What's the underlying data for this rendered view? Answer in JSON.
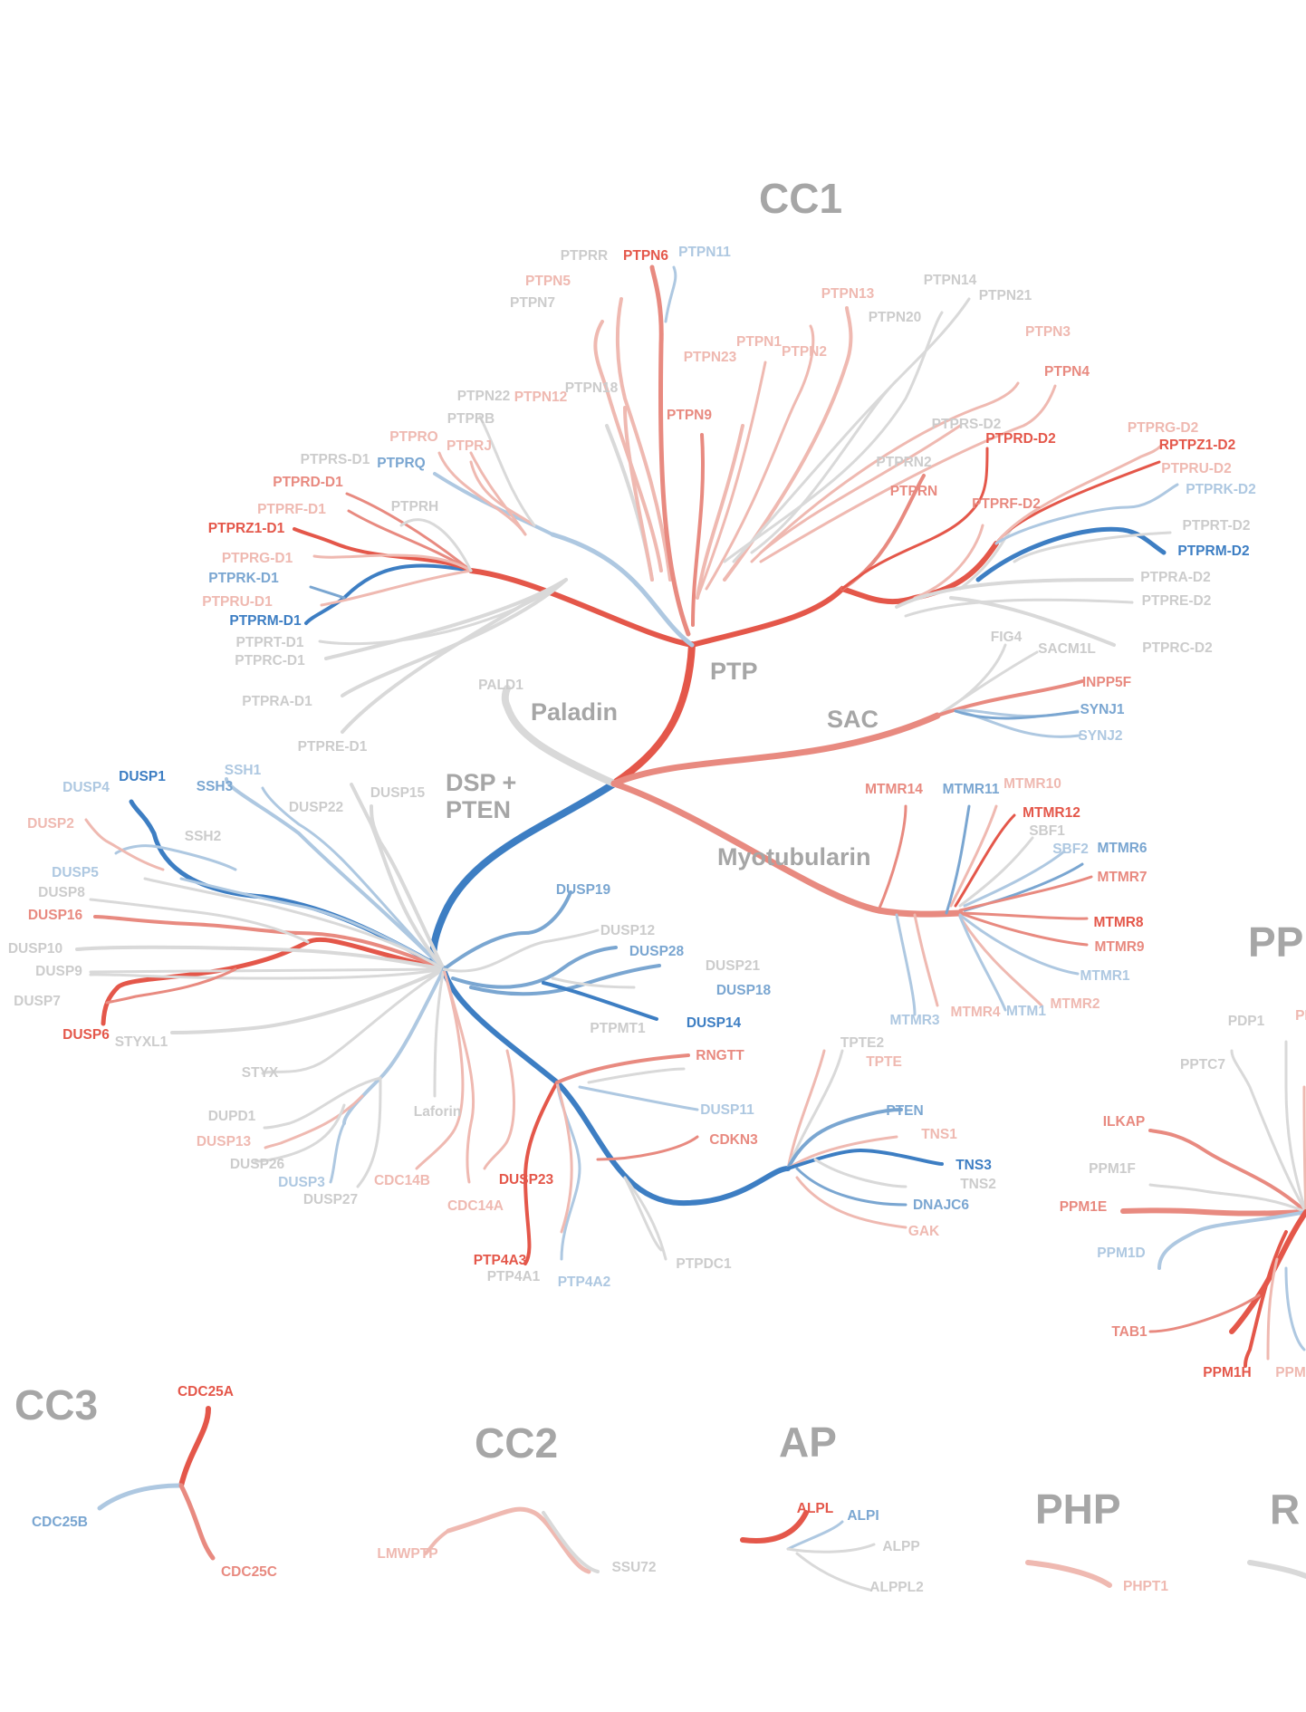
{
  "colors": {
    "red_strong": "#e4574a",
    "red_medium": "#e88a80",
    "red_light": "#efb9b1",
    "blue_strong": "#3d7ec3",
    "blue_medium": "#7aa6d1",
    "blue_light": "#aec8e1",
    "grey": "#d9d9d9",
    "grey_text": "#cccccc",
    "group_text": "#a6a6a6"
  },
  "groups": {
    "CC1": "CC1",
    "PTP": "PTP",
    "Paladin": "Paladin",
    "SAC": "SAC",
    "DSP_line1": "DSP +",
    "DSP_line2": "PTEN",
    "Myotubularin": "Myotubularin",
    "PP": "PP",
    "CC3": "CC3",
    "CC2": "CC2",
    "AP": "AP",
    "PHP": "PHP",
    "R": "R"
  },
  "leaves": [
    {
      "id": "PTPRR",
      "label": "PTPRR",
      "tone": "grey"
    },
    {
      "id": "PTPN6",
      "label": "PTPN6",
      "tone": "red_strong"
    },
    {
      "id": "PTPN11",
      "label": "PTPN11",
      "tone": "blue_light"
    },
    {
      "id": "PTPN5",
      "label": "PTPN5",
      "tone": "red_light"
    },
    {
      "id": "PTPN7",
      "label": "PTPN7",
      "tone": "grey"
    },
    {
      "id": "PTPN13",
      "label": "PTPN13",
      "tone": "red_light"
    },
    {
      "id": "PTPN14",
      "label": "PTPN14",
      "tone": "grey"
    },
    {
      "id": "PTPN21",
      "label": "PTPN21",
      "tone": "grey"
    },
    {
      "id": "PTPN20",
      "label": "PTPN20",
      "tone": "grey"
    },
    {
      "id": "PTPN3",
      "label": "PTPN3",
      "tone": "red_light"
    },
    {
      "id": "PTPN1",
      "label": "PTPN1",
      "tone": "red_light"
    },
    {
      "id": "PTPN23",
      "label": "PTPN23",
      "tone": "red_light"
    },
    {
      "id": "PTPN2",
      "label": "PTPN2",
      "tone": "red_light"
    },
    {
      "id": "PTPN4",
      "label": "PTPN4",
      "tone": "red_medium"
    },
    {
      "id": "PTPN22",
      "label": "PTPN22",
      "tone": "grey"
    },
    {
      "id": "PTPN12",
      "label": "PTPN12",
      "tone": "red_light"
    },
    {
      "id": "PTPN18",
      "label": "PTPN18",
      "tone": "grey"
    },
    {
      "id": "PTPRB",
      "label": "PTPRB",
      "tone": "grey"
    },
    {
      "id": "PTPN9",
      "label": "PTPN9",
      "tone": "red_medium"
    },
    {
      "id": "PTPRS-D2",
      "label": "PTPRS-D2",
      "tone": "grey"
    },
    {
      "id": "PTPRG-D2",
      "label": "PTPRG-D2",
      "tone": "red_light"
    },
    {
      "id": "PTPRO",
      "label": "PTPRO",
      "tone": "red_light"
    },
    {
      "id": "PTPRJ",
      "label": "PTPRJ",
      "tone": "red_light"
    },
    {
      "id": "PTPRD-D2",
      "label": "PTPRD-D2",
      "tone": "red_strong"
    },
    {
      "id": "RPTPZ1-D2",
      "label": "RPTPZ1-D2",
      "tone": "red_strong"
    },
    {
      "id": "PTPRS-D1",
      "label": "PTPRS-D1",
      "tone": "grey"
    },
    {
      "id": "PTPRQ",
      "label": "PTPRQ",
      "tone": "blue_medium"
    },
    {
      "id": "PTPRN2",
      "label": "PTPRN2",
      "tone": "grey"
    },
    {
      "id": "PTPRU-D2",
      "label": "PTPRU-D2",
      "tone": "red_light"
    },
    {
      "id": "PTPRD-D1",
      "label": "PTPRD-D1",
      "tone": "red_medium"
    },
    {
      "id": "PTPRH",
      "label": "PTPRH",
      "tone": "grey"
    },
    {
      "id": "PTPRN",
      "label": "PTPRN",
      "tone": "red_medium"
    },
    {
      "id": "PTPRK-D2",
      "label": "PTPRK-D2",
      "tone": "blue_light"
    },
    {
      "id": "PTPRF-D1",
      "label": "PTPRF-D1",
      "tone": "red_light"
    },
    {
      "id": "PTPRF-D2",
      "label": "PTPRF-D2",
      "tone": "red_medium"
    },
    {
      "id": "PTPRZ1-D1",
      "label": "PTPRZ1-D1",
      "tone": "red_strong"
    },
    {
      "id": "PTPRT-D2",
      "label": "PTPRT-D2",
      "tone": "grey"
    },
    {
      "id": "PTPRM-D2",
      "label": "PTPRM-D2",
      "tone": "blue_strong"
    },
    {
      "id": "PTPRG-D1",
      "label": "PTPRG-D1",
      "tone": "red_light"
    },
    {
      "id": "PTPRK-D1",
      "label": "PTPRK-D1",
      "tone": "blue_medium"
    },
    {
      "id": "PTPRA-D2",
      "label": "PTPRA-D2",
      "tone": "grey"
    },
    {
      "id": "PTPRU-D1",
      "label": "PTPRU-D1",
      "tone": "red_light"
    },
    {
      "id": "PTPRE-D2",
      "label": "PTPRE-D2",
      "tone": "grey"
    },
    {
      "id": "PTPRM-D1",
      "label": "PTPRM-D1",
      "tone": "blue_strong"
    },
    {
      "id": "PTPRT-D1",
      "label": "PTPRT-D1",
      "tone": "grey"
    },
    {
      "id": "PTPRC-D1",
      "label": "PTPRC-D1",
      "tone": "grey"
    },
    {
      "id": "PTPRC-D2",
      "label": "PTPRC-D2",
      "tone": "grey"
    },
    {
      "id": "FIG4",
      "label": "FIG4",
      "tone": "grey"
    },
    {
      "id": "SACM1L",
      "label": "SACM1L",
      "tone": "grey"
    },
    {
      "id": "INPP5F",
      "label": "INPP5F",
      "tone": "red_medium"
    },
    {
      "id": "PTPRA-D1",
      "label": "PTPRA-D1",
      "tone": "grey"
    },
    {
      "id": "PALD1",
      "label": "PALD1",
      "tone": "grey"
    },
    {
      "id": "SYNJ1",
      "label": "SYNJ1",
      "tone": "blue_medium"
    },
    {
      "id": "SYNJ2",
      "label": "SYNJ2",
      "tone": "blue_light"
    },
    {
      "id": "PTPRE-D1",
      "label": "PTPRE-D1",
      "tone": "grey"
    },
    {
      "id": "DUSP1",
      "label": "DUSP1",
      "tone": "blue_strong"
    },
    {
      "id": "SSH1",
      "label": "SSH1",
      "tone": "blue_light"
    },
    {
      "id": "DUSP4",
      "label": "DUSP4",
      "tone": "blue_light"
    },
    {
      "id": "SSH3",
      "label": "SSH3",
      "tone": "blue_medium"
    },
    {
      "id": "DUSP15",
      "label": "DUSP15",
      "tone": "grey"
    },
    {
      "id": "DUSP22",
      "label": "DUSP22",
      "tone": "grey"
    },
    {
      "id": "MTMR14",
      "label": "MTMR14",
      "tone": "red_medium"
    },
    {
      "id": "MTMR11",
      "label": "MTMR11",
      "tone": "blue_medium"
    },
    {
      "id": "MTMR10",
      "label": "MTMR10",
      "tone": "red_light"
    },
    {
      "id": "DUSP2",
      "label": "DUSP2",
      "tone": "red_light"
    },
    {
      "id": "MTMR12",
      "label": "MTMR12",
      "tone": "red_strong"
    },
    {
      "id": "SSH2",
      "label": "SSH2",
      "tone": "grey"
    },
    {
      "id": "SBF1",
      "label": "SBF1",
      "tone": "grey"
    },
    {
      "id": "SBF2",
      "label": "SBF2",
      "tone": "blue_light"
    },
    {
      "id": "MTMR6",
      "label": "MTMR6",
      "tone": "blue_medium"
    },
    {
      "id": "DUSP5",
      "label": "DUSP5",
      "tone": "blue_light"
    },
    {
      "id": "MTMR7",
      "label": "MTMR7",
      "tone": "red_medium"
    },
    {
      "id": "DUSP8",
      "label": "DUSP8",
      "tone": "grey"
    },
    {
      "id": "DUSP19",
      "label": "DUSP19",
      "tone": "blue_medium"
    },
    {
      "id": "DUSP16",
      "label": "DUSP16",
      "tone": "red_medium"
    },
    {
      "id": "MTMR8",
      "label": "MTMR8",
      "tone": "red_strong"
    },
    {
      "id": "DUSP12",
      "label": "DUSP12",
      "tone": "grey"
    },
    {
      "id": "DUSP10",
      "label": "DUSP10",
      "tone": "grey"
    },
    {
      "id": "MTMR9",
      "label": "MTMR9",
      "tone": "red_medium"
    },
    {
      "id": "DUSP28",
      "label": "DUSP28",
      "tone": "blue_medium"
    },
    {
      "id": "DUSP9",
      "label": "DUSP9",
      "tone": "grey"
    },
    {
      "id": "DUSP21",
      "label": "DUSP21",
      "tone": "grey"
    },
    {
      "id": "MTMR1",
      "label": "MTMR1",
      "tone": "blue_light"
    },
    {
      "id": "DUSP7",
      "label": "DUSP7",
      "tone": "grey"
    },
    {
      "id": "DUSP18",
      "label": "DUSP18",
      "tone": "blue_medium"
    },
    {
      "id": "MTMR2",
      "label": "MTMR2",
      "tone": "red_light"
    },
    {
      "id": "MTMR4",
      "label": "MTMR4",
      "tone": "red_light"
    },
    {
      "id": "MTM1",
      "label": "MTM1",
      "tone": "blue_light"
    },
    {
      "id": "MTMR3",
      "label": "MTMR3",
      "tone": "blue_light"
    },
    {
      "id": "DUSP14",
      "label": "DUSP14",
      "tone": "blue_strong"
    },
    {
      "id": "DUSP6",
      "label": "DUSP6",
      "tone": "red_strong"
    },
    {
      "id": "STYXL1",
      "label": "STYXL1",
      "tone": "grey"
    },
    {
      "id": "PTPMT1",
      "label": "PTPMT1",
      "tone": "grey"
    },
    {
      "id": "TPTE2",
      "label": "TPTE2",
      "tone": "grey"
    },
    {
      "id": "PDP1",
      "label": "PDP1",
      "tone": "grey"
    },
    {
      "id": "PP_cut",
      "label": "PF",
      "tone": "red_light"
    },
    {
      "id": "TPTE",
      "label": "TPTE",
      "tone": "red_light"
    },
    {
      "id": "RNGTT",
      "label": "RNGTT",
      "tone": "red_medium"
    },
    {
      "id": "PPTC7",
      "label": "PPTC7",
      "tone": "grey"
    },
    {
      "id": "STYX",
      "label": "STYX",
      "tone": "grey"
    },
    {
      "id": "DUPD1",
      "label": "DUPD1",
      "tone": "grey"
    },
    {
      "id": "DUSP11",
      "label": "DUSP11",
      "tone": "blue_light"
    },
    {
      "id": "Laforin",
      "label": "Laforin",
      "tone": "grey"
    },
    {
      "id": "PTEN",
      "label": "PTEN",
      "tone": "blue_medium"
    },
    {
      "id": "ILKAP",
      "label": "ILKAP",
      "tone": "red_medium"
    },
    {
      "id": "DUSP13",
      "label": "DUSP13",
      "tone": "red_light"
    },
    {
      "id": "TNS1",
      "label": "TNS1",
      "tone": "red_light"
    },
    {
      "id": "CDKN3",
      "label": "CDKN3",
      "tone": "red_medium"
    },
    {
      "id": "DUSP26",
      "label": "DUSP26",
      "tone": "grey"
    },
    {
      "id": "TNS3",
      "label": "TNS3",
      "tone": "blue_strong"
    },
    {
      "id": "PPM1F",
      "label": "PPM1F",
      "tone": "grey"
    },
    {
      "id": "DUSP3",
      "label": "DUSP3",
      "tone": "blue_light"
    },
    {
      "id": "CDC14B",
      "label": "CDC14B",
      "tone": "red_light"
    },
    {
      "id": "DUSP23",
      "label": "DUSP23",
      "tone": "red_strong"
    },
    {
      "id": "TNS2",
      "label": "TNS2",
      "tone": "grey"
    },
    {
      "id": "DUSP27",
      "label": "DUSP27",
      "tone": "grey"
    },
    {
      "id": "DNAJC6",
      "label": "DNAJC6",
      "tone": "blue_medium"
    },
    {
      "id": "CDC14A",
      "label": "CDC14A",
      "tone": "red_light"
    },
    {
      "id": "PPM1E",
      "label": "PPM1E",
      "tone": "red_medium"
    },
    {
      "id": "GAK",
      "label": "GAK",
      "tone": "red_light"
    },
    {
      "id": "PTPDC1",
      "label": "PTPDC1",
      "tone": "grey"
    },
    {
      "id": "PPM1D",
      "label": "PPM1D",
      "tone": "blue_light"
    },
    {
      "id": "PTP4A3",
      "label": "PTP4A3",
      "tone": "red_strong"
    },
    {
      "id": "PTP4A1",
      "label": "PTP4A1",
      "tone": "grey"
    },
    {
      "id": "PTP4A2",
      "label": "PTP4A2",
      "tone": "blue_light"
    },
    {
      "id": "TAB1",
      "label": "TAB1",
      "tone": "red_medium"
    },
    {
      "id": "PPM1H",
      "label": "PPM1H",
      "tone": "red_strong"
    },
    {
      "id": "PPM_cut",
      "label": "PPM",
      "tone": "red_light"
    },
    {
      "id": "CDC25A",
      "label": "CDC25A",
      "tone": "red_strong"
    },
    {
      "id": "CDC25B",
      "label": "CDC25B",
      "tone": "blue_medium"
    },
    {
      "id": "CDC25C",
      "label": "CDC25C",
      "tone": "red_medium"
    },
    {
      "id": "LMWPTP",
      "label": "LMWPTP",
      "tone": "red_light"
    },
    {
      "id": "SSU72",
      "label": "SSU72",
      "tone": "grey"
    },
    {
      "id": "ALPL",
      "label": "ALPL",
      "tone": "red_strong"
    },
    {
      "id": "ALPI",
      "label": "ALPI",
      "tone": "blue_medium"
    },
    {
      "id": "ALPP",
      "label": "ALPP",
      "tone": "grey"
    },
    {
      "id": "ALPPL2",
      "label": "ALPPL2",
      "tone": "grey"
    },
    {
      "id": "PHPT1",
      "label": "PHPT1",
      "tone": "red_light"
    }
  ]
}
